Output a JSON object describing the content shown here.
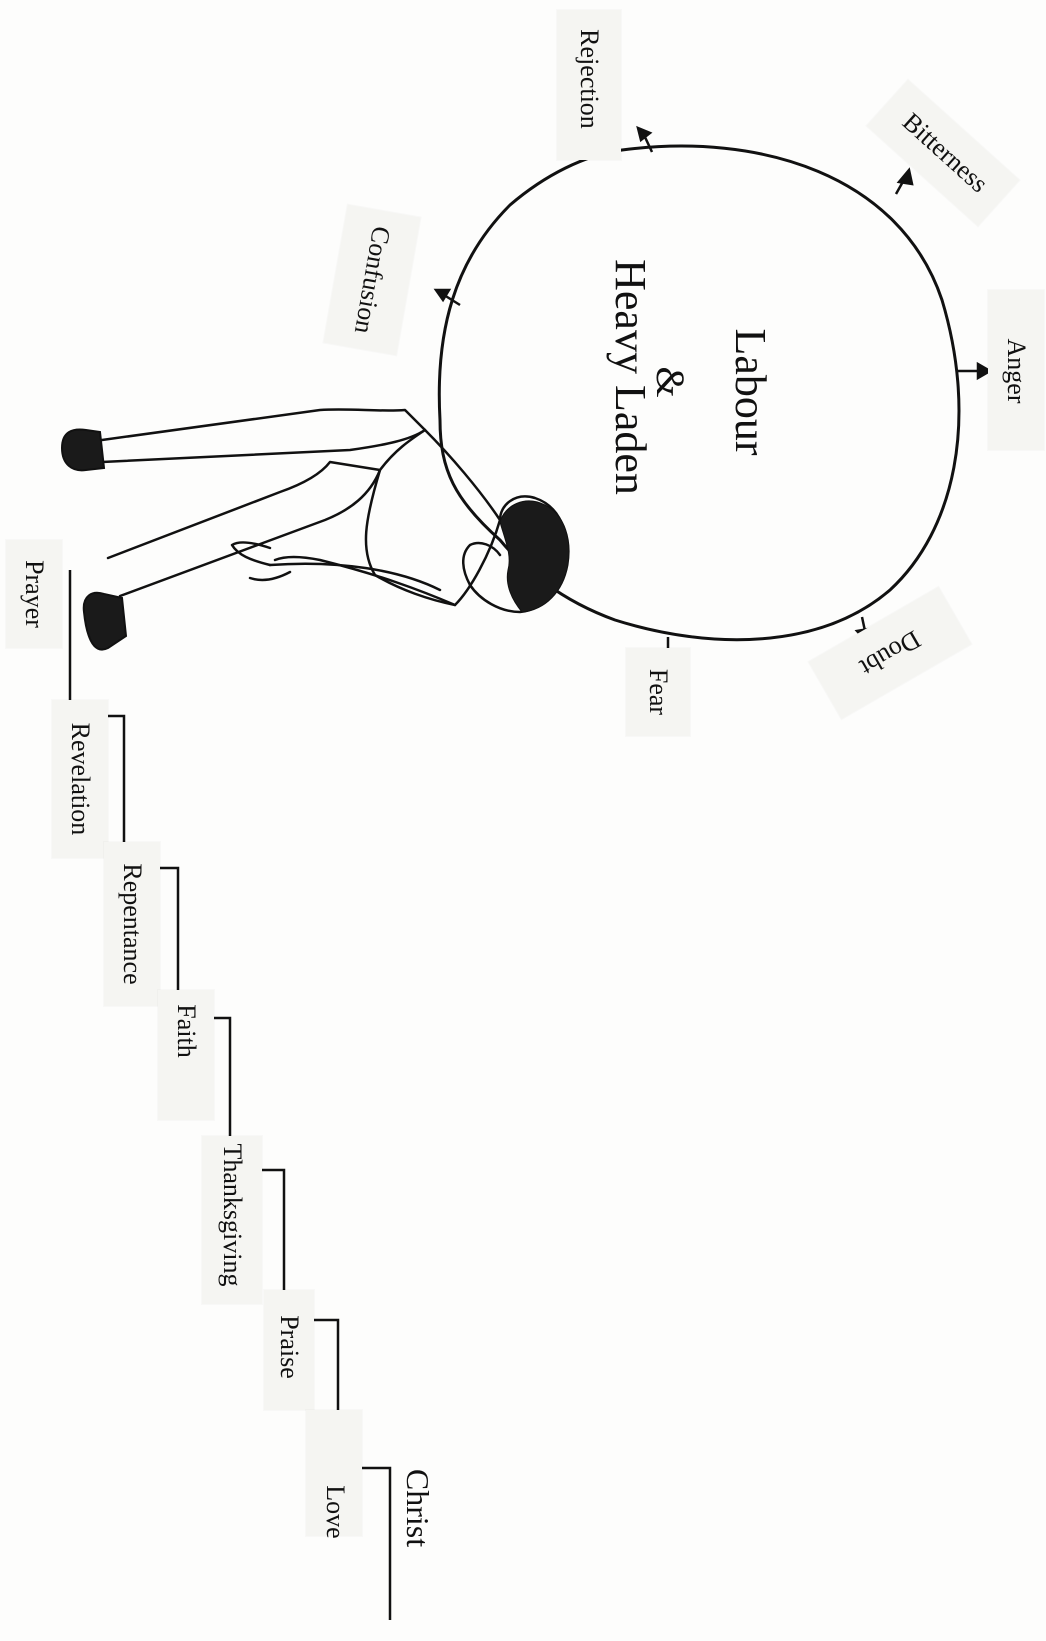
{
  "burden": {
    "line1": "Labour",
    "line2": "&",
    "line3": "Heavy Laden"
  },
  "burdens": [
    {
      "key": "rejection",
      "label": "Rejection"
    },
    {
      "key": "bitterness",
      "label": "Bitterness"
    },
    {
      "key": "confusion",
      "label": "Confusion"
    },
    {
      "key": "anger",
      "label": "Anger"
    },
    {
      "key": "doubt",
      "label": "Doubt"
    },
    {
      "key": "fear",
      "label": "Fear"
    }
  ],
  "steps": [
    {
      "key": "prayer",
      "label": "Prayer"
    },
    {
      "key": "revelation",
      "label": "Revelation"
    },
    {
      "key": "repentance",
      "label": "Repentance"
    },
    {
      "key": "faith",
      "label": "Faith"
    },
    {
      "key": "thanksgiving",
      "label": "Thanksgiving"
    },
    {
      "key": "praise",
      "label": "Praise"
    },
    {
      "key": "love",
      "label": "Love"
    }
  ],
  "goal": {
    "label": "Christ"
  },
  "colors": {
    "ink": "#111111",
    "paper": "#fdfdfc",
    "label_bg": "#f5f5f2"
  }
}
